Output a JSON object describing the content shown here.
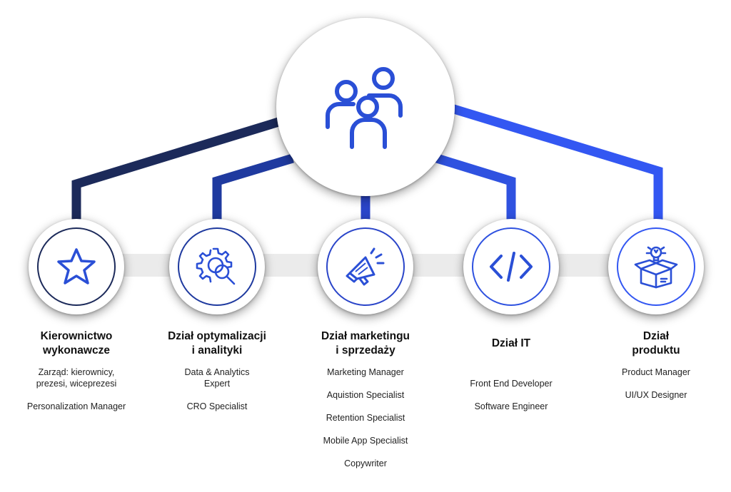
{
  "colors": {
    "dark_navy": "#1c2a5a",
    "navy": "#1f3a9f",
    "blue": "#2f52e0",
    "bright_blue": "#3357f2",
    "icon_blue": "#2a4fd6",
    "band_gray": "#ebebeb"
  },
  "center": {
    "icon": "people-group-icon"
  },
  "departments": [
    {
      "icon": "star-icon",
      "title": "Kierownictwo\nwykonawcze",
      "roles": [
        "Zarząd: kierownicy,\nprezesi, wiceprezesi",
        "Personalization Manager"
      ]
    },
    {
      "icon": "gear-magnifier-icon",
      "title": "Dział optymalizacji\ni analityki",
      "roles": [
        "Data & Analytics\nExpert",
        "CRO Specialist"
      ]
    },
    {
      "icon": "megaphone-icon",
      "title": "Dział marketingu\ni sprzedaży",
      "roles": [
        "Marketing Manager",
        "Aquistion Specialist",
        "Retention Specialist",
        "Mobile App Specialist",
        "Copywriter"
      ]
    },
    {
      "icon": "code-icon",
      "title": "Dział IT",
      "roles": [
        "Front End Developer",
        "Software Engineer"
      ]
    },
    {
      "icon": "lightbulb-box-icon",
      "title": "Dział\nproduktu",
      "roles": [
        "Product Manager",
        "UI/UX Designer"
      ]
    }
  ]
}
